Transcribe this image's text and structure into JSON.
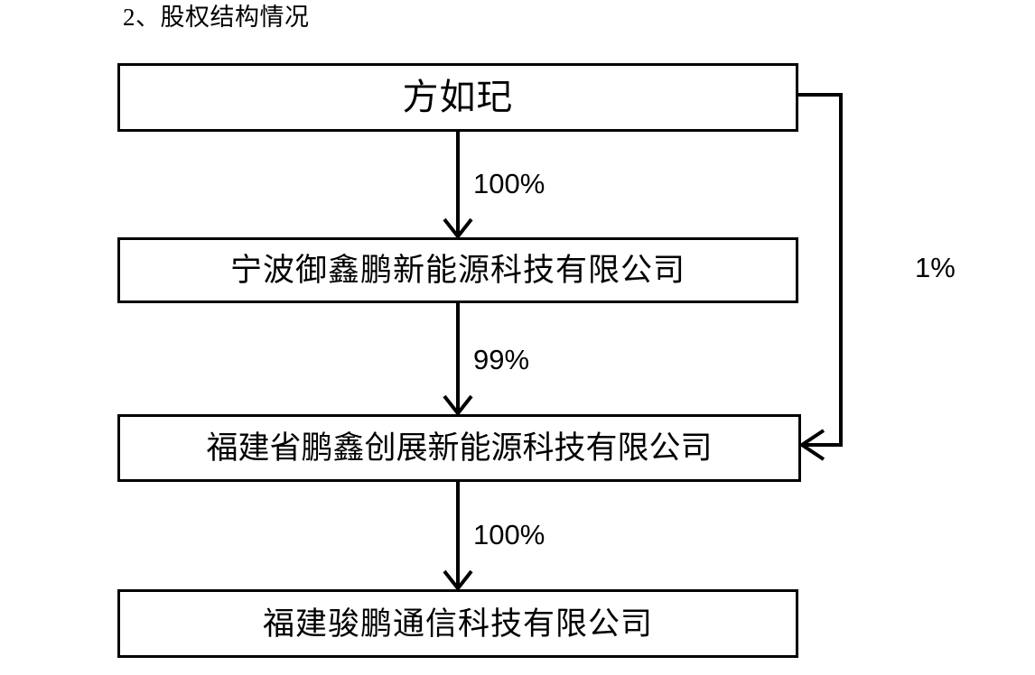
{
  "heading": {
    "text": "2、股权结构情况"
  },
  "diagram": {
    "type": "org-ownership-chart",
    "nodes": [
      {
        "id": "person",
        "label": "方如玘"
      },
      {
        "id": "ningbo",
        "label": "宁波御鑫鹏新能源科技有限公司"
      },
      {
        "id": "fujian_pengxin",
        "label": "福建省鹏鑫创展新能源科技有限公司"
      },
      {
        "id": "junpeng",
        "label": "福建骏鹏通信科技有限公司"
      }
    ],
    "edges": [
      {
        "from": "person",
        "to": "ningbo",
        "label": "100%"
      },
      {
        "from": "ningbo",
        "to": "fujian_pengxin",
        "label": "99%"
      },
      {
        "from": "person",
        "to": "fujian_pengxin",
        "label": "1%"
      },
      {
        "from": "fujian_pengxin",
        "to": "junpeng",
        "label": "100%"
      }
    ]
  },
  "colors": {
    "background": "#ffffff",
    "stroke": "#000000",
    "text": "#000000"
  }
}
